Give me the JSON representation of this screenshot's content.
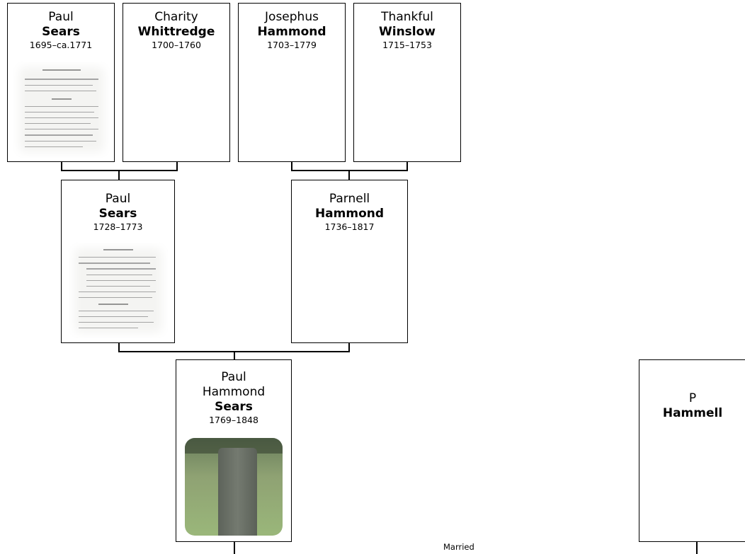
{
  "persons": {
    "p1": {
      "given": "Paul",
      "surname": "Sears",
      "dates": "1695–ca.1771",
      "photo": "document"
    },
    "p2": {
      "given": "Charity",
      "surname": "Whittredge",
      "dates": "1700–1760",
      "photo": "none"
    },
    "p3": {
      "given": "Josephus",
      "surname": "Hammond",
      "dates": "1703–1779",
      "photo": "none"
    },
    "p4": {
      "given": "Thankful",
      "surname": "Winslow",
      "dates": "1715–1753",
      "photo": "none"
    },
    "p5": {
      "given": "Paul",
      "surname": "Sears",
      "dates": "1728–1773",
      "photo": "document"
    },
    "p6": {
      "given": "Parnell",
      "surname": "Hammond",
      "dates": "1736–1817",
      "photo": "none"
    },
    "p7": {
      "given": "Paul",
      "given2": "Hammond",
      "surname": "Sears",
      "dates": "1769–1848",
      "photo": "gravestone"
    },
    "p8": {
      "given": "P",
      "surname": "Hammell",
      "photo": "none"
    }
  },
  "relation_label": "Married"
}
